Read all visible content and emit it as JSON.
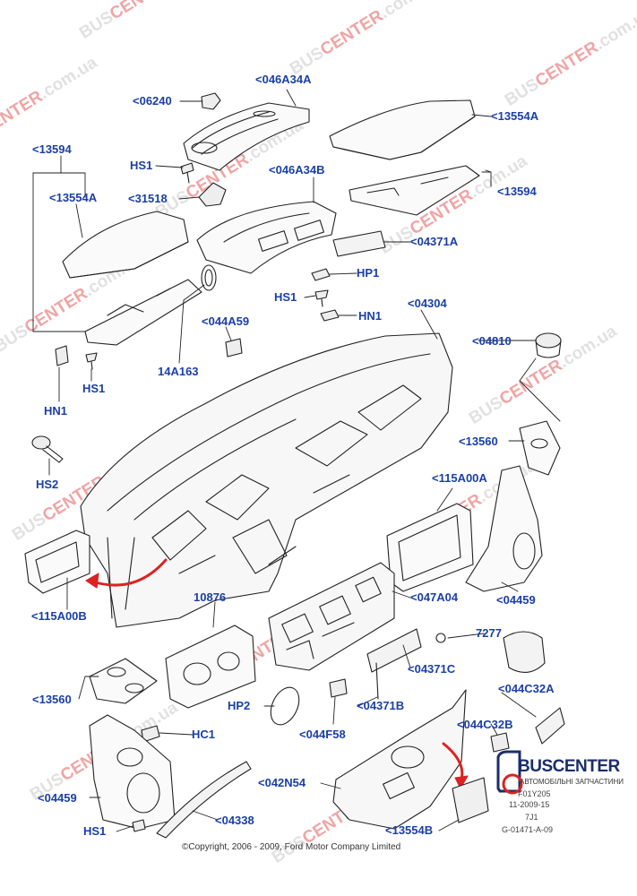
{
  "watermark": {
    "blue": "BUS",
    "red": "CENTER",
    "tld": ".com.ua"
  },
  "copyright": "©Copyright, 2006 - 2009, Ford Motor Company Limited",
  "logo": {
    "brand": "BUSCENTER",
    "tagline": "АВТОМОБІЛЬНІ ЗАПЧАСТИНИ",
    "codes": [
      "F01Y205",
      "11-2009-15",
      "7J1",
      "G-01471-A-09"
    ]
  },
  "labels": {
    "l06240": "<06240",
    "l046A34A": "<046A34A",
    "l13554A_top": "<13554A",
    "l13594_left": "<13594",
    "hs1_a": "HS1",
    "l046A34B": "<046A34B",
    "l13554A_left": "<13554A",
    "l31518": "<31518",
    "l13594_right": "<13594",
    "l04371A": "<04371A",
    "hp1": "HP1",
    "hs1_b": "HS1",
    "hn1_a": "HN1",
    "l04304": "<04304",
    "l044A59": "<044A59",
    "l04810": "<04810",
    "l14A163": "14A163",
    "hs1_c": "HS1",
    "hn1_b": "HN1",
    "l13560_right": "<13560",
    "hs2": "HS2",
    "l115A00A": "<115A00A",
    "l115A00B": "<115A00B",
    "l10876": "10876",
    "l047A04": "<047A04",
    "l04459_right": "<04459",
    "l7277": "7277",
    "l04371C": "<04371C",
    "l13560_left": "<13560",
    "l044C32A": "<044C32A",
    "hp2": "HP2",
    "l04371B": "<04371B",
    "l044C32B": "<044C32B",
    "hc1": "HC1",
    "l044F58": "<044F58",
    "l04459_left": "<04459",
    "l042N54": "<042N54",
    "hs1_d": "HS1",
    "l04338": "<04338",
    "l13554B": "<13554B"
  }
}
